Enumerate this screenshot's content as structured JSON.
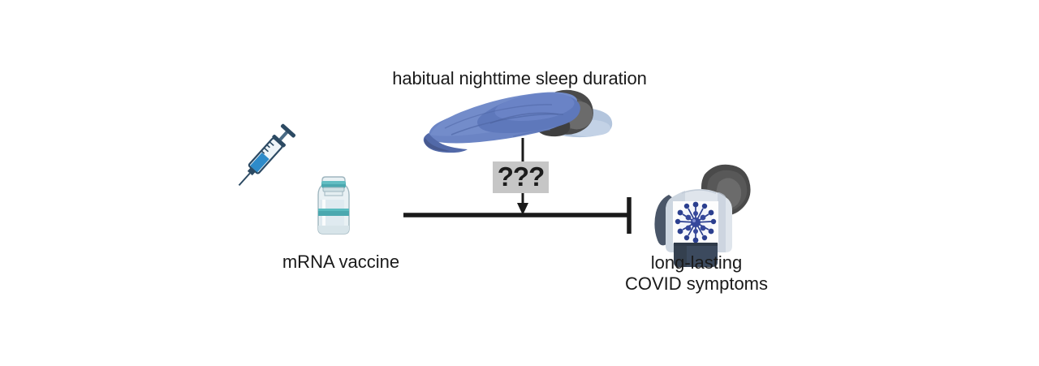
{
  "diagram": {
    "title": "habitual nighttime sleep duration",
    "background_color": "#ffffff",
    "type": "conceptual-moderation-diagram"
  },
  "nodes": {
    "moderator": {
      "label": "habitual nighttime sleep duration",
      "icon": "sleeping-person-icon",
      "position": "top-center"
    },
    "cause": {
      "label": "mRNA vaccine",
      "icon": "vaccine-vial-syringe-icon",
      "position": "left"
    },
    "outcome": {
      "label_line1": "long-lasting",
      "label_line2": "COVID symptoms",
      "icon": "covid-patient-icon",
      "position": "right"
    }
  },
  "connectors": {
    "inhibition": {
      "name": "inhibition-arrow",
      "from": "mRNA vaccine",
      "to": "long-lasting COVID symptoms",
      "style": "flat-bar-terminator",
      "color": "#1a1a1a"
    },
    "moderation": {
      "name": "moderation-arrow",
      "from": "habitual nighttime sleep duration",
      "to": "inhibition-arrow",
      "style": "downward-arrowhead",
      "color": "#1a1a1a"
    }
  },
  "unknown_marker": {
    "text": "???",
    "background_color": "#c6c6c6",
    "text_color": "#1c1c1c"
  },
  "colors": {
    "blanket_blue": "#6b84c4",
    "blanket_shadow": "#5269a8",
    "pillow_blue": "#b3c5dd",
    "hair_dark": "#4a4a4a",
    "vial_teal": "#4ba8af",
    "syringe_blue": "#2e8bc9",
    "virus_blue": "#2b3f8f",
    "shirt_gray": "#dfe5ec",
    "pants_slate": "#3c4a5e",
    "line_black": "#1a1a1a"
  }
}
